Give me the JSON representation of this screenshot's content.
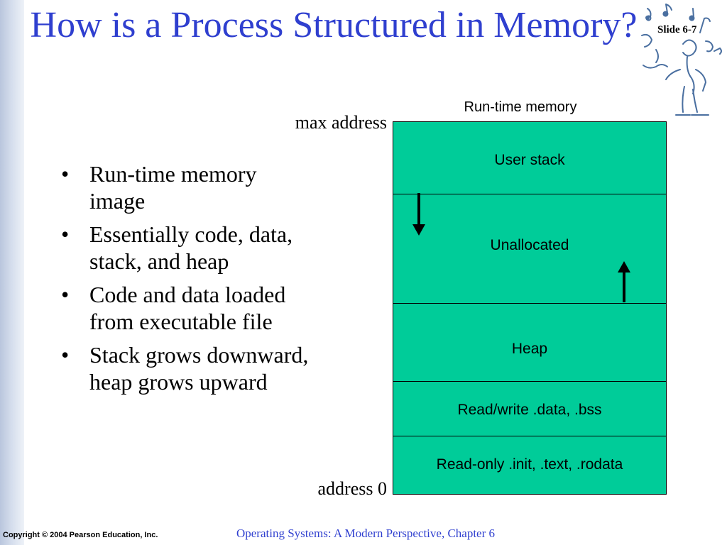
{
  "slide": {
    "title": "How is a Process Structured in Memory?",
    "slide_number": "Slide 6-7"
  },
  "bullets": [
    "Run-time memory image",
    "Essentially code, data, stack, and heap",
    "Code and data loaded from executable file",
    "Stack grows downward, heap grows upward"
  ],
  "diagram": {
    "label": "Run-time memory",
    "max_address_label": "max address",
    "min_address_label": "address 0",
    "segments": [
      "User stack",
      "Unallocated",
      "Heap",
      "Read/write .data, .bss",
      "Read-only .init, .text, .rodata"
    ],
    "fill_color": "#00cc99"
  },
  "footer": {
    "copyright": "Copyright © 2004 Pearson Education, Inc.",
    "course": "Operating Systems: A Modern Perspective, Chapter 6"
  },
  "colors": {
    "title": "#2f3fcf",
    "side_band": "#c8d3e6"
  }
}
